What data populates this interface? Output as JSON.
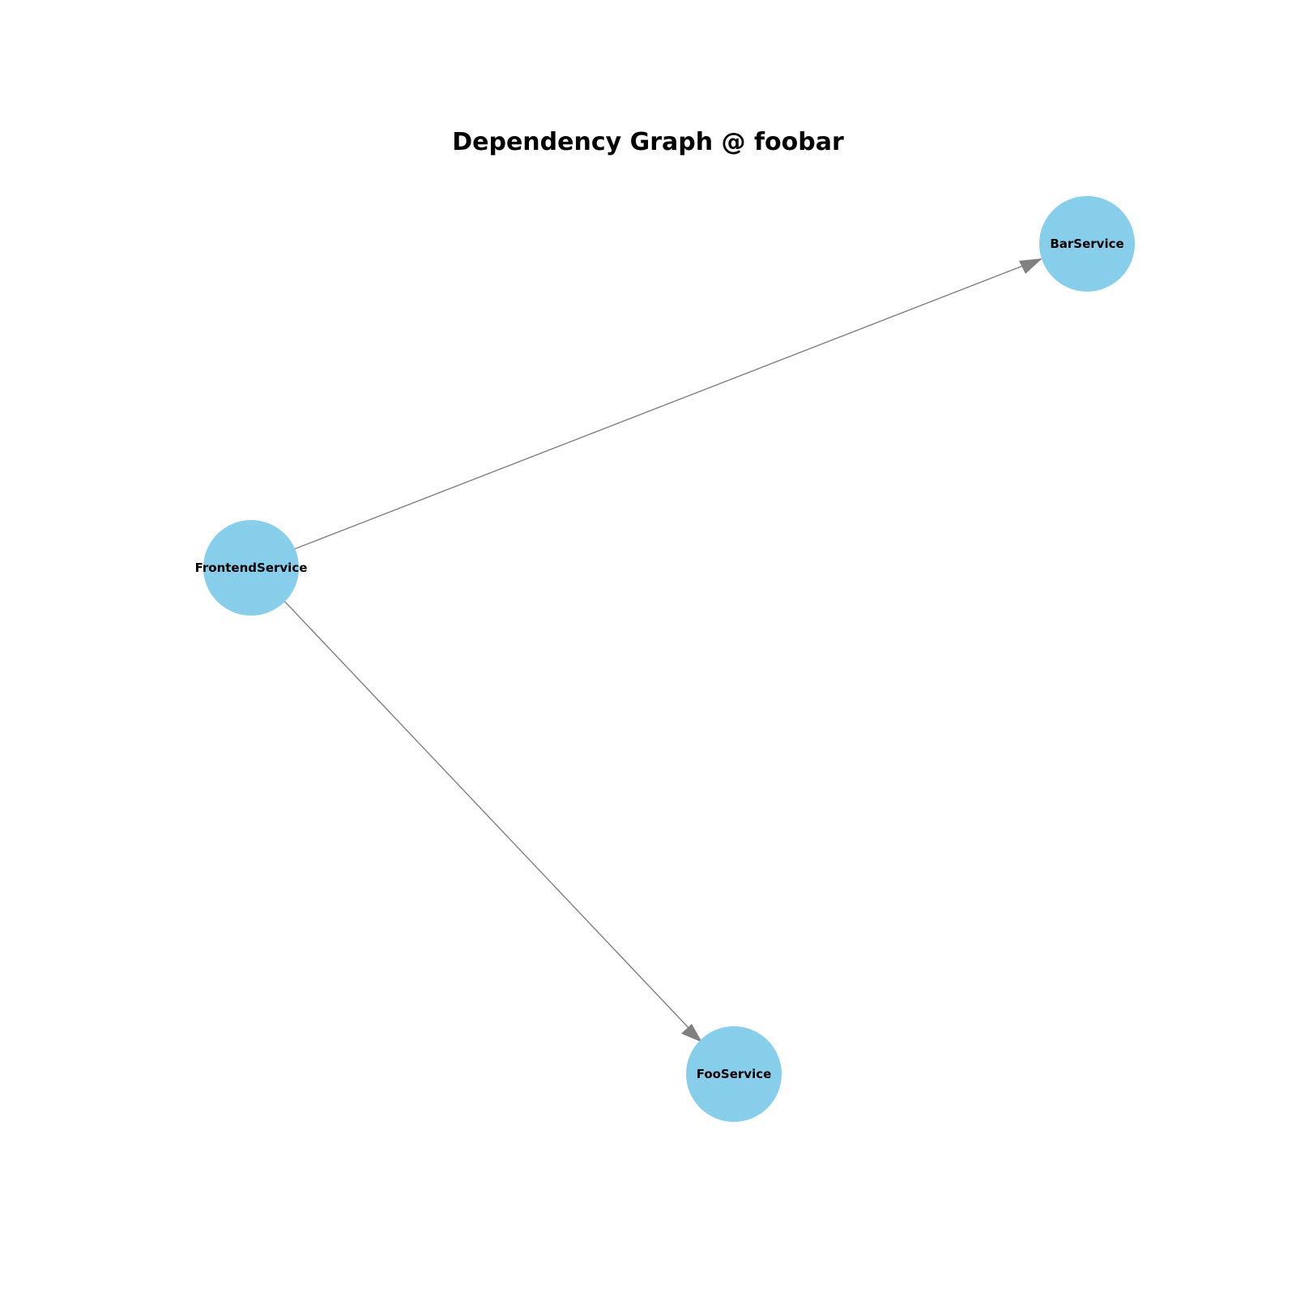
{
  "title": "Dependency Graph @ foobar",
  "colors": {
    "node_fill": "#87ceeb",
    "edge": "#808080",
    "text": "#000000",
    "background": "#ffffff"
  },
  "nodes": [
    {
      "id": "frontend",
      "label": "FrontendService"
    },
    {
      "id": "bar",
      "label": "BarService"
    },
    {
      "id": "foo",
      "label": "FooService"
    }
  ],
  "edges": [
    {
      "from": "frontend",
      "to": "bar",
      "directed": true
    },
    {
      "from": "frontend",
      "to": "foo",
      "directed": true
    }
  ]
}
